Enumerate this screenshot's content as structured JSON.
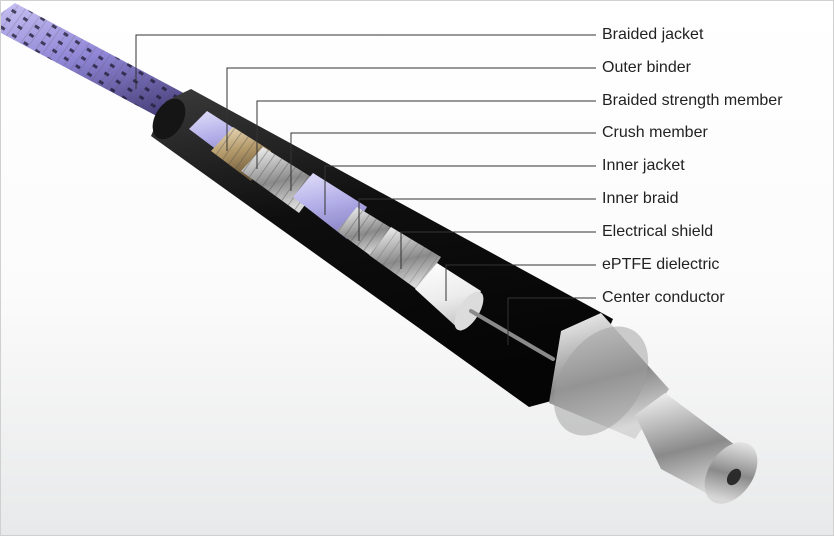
{
  "labels": [
    {
      "id": "braided-jacket",
      "text": "Braided jacket"
    },
    {
      "id": "outer-binder",
      "text": "Outer binder"
    },
    {
      "id": "braided-strength-member",
      "text": "Braided strength member"
    },
    {
      "id": "crush-member",
      "text": "Crush member"
    },
    {
      "id": "inner-jacket",
      "text": "Inner jacket"
    },
    {
      "id": "inner-braid",
      "text": "Inner braid"
    },
    {
      "id": "electrical-shield",
      "text": "Electrical shield"
    },
    {
      "id": "eptfe-dielectric",
      "text": "ePTFE dielectric"
    },
    {
      "id": "center-conductor",
      "text": "Center conductor"
    }
  ],
  "colors": {
    "jacket_purple": "#8f86d6",
    "jacket_dark": "#2a2340",
    "black_layer": "#141414",
    "metal": "#c8c8c8",
    "inner_jacket": "#b6b2ea",
    "dielectric": "#f4f4f4",
    "leader_line": "#333333"
  }
}
